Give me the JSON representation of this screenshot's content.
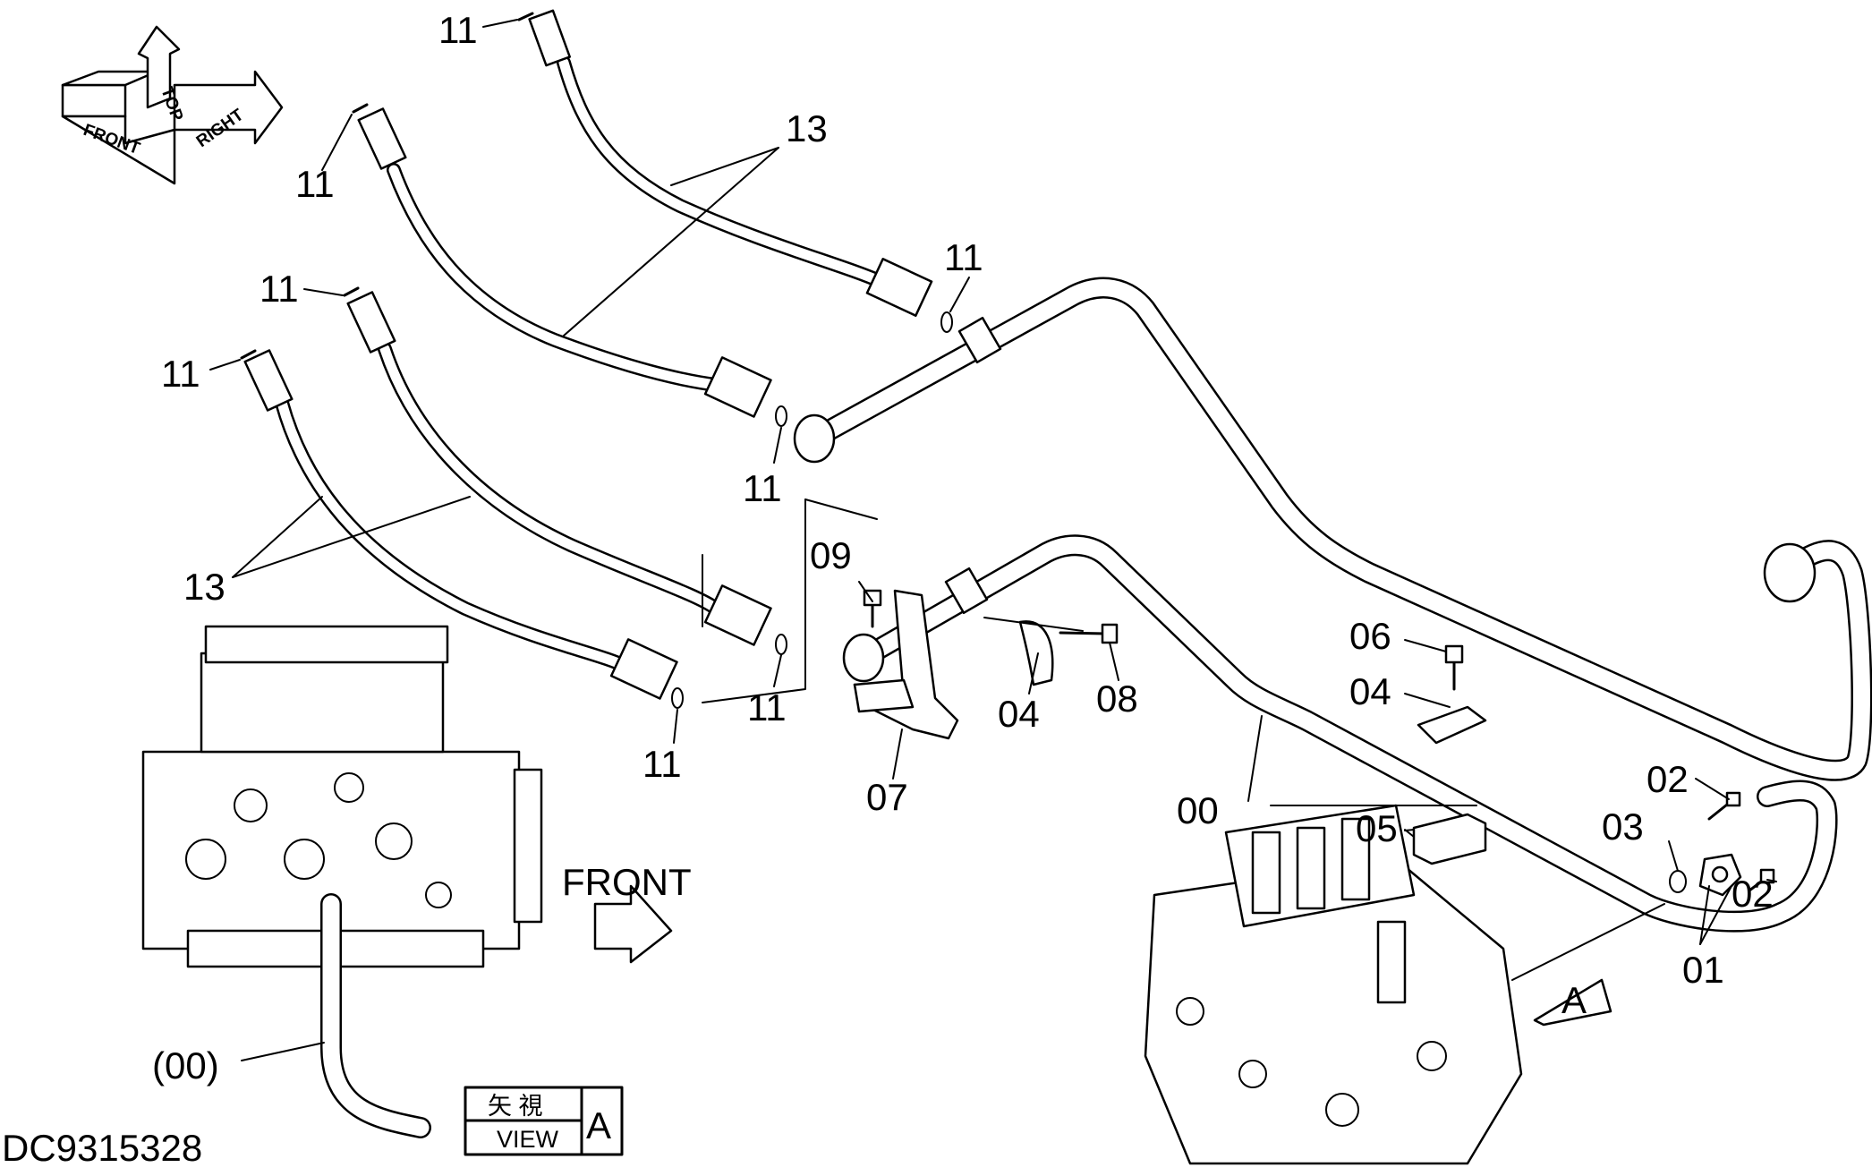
{
  "drawing_code": "DC9315328",
  "orientation_arrow": {
    "front": "FRONT",
    "top": "TOP",
    "right": "RIGHT"
  },
  "front_arrow_label": "FRONT",
  "view_box": {
    "kanji": "矢 視",
    "view": "VIEW",
    "letter": "A"
  },
  "view_marker_letter": "A",
  "callouts": {
    "c11_a": "11",
    "c11_b": "11",
    "c11_c": "11",
    "c11_d": "11",
    "c11_e": "11",
    "c11_f": "11",
    "c11_g": "11",
    "c11_h": "11",
    "c13_top": "13",
    "c13_bottom": "13",
    "c09": "09",
    "c07": "07",
    "c04_a": "04",
    "c08": "08",
    "c06": "06",
    "c04_b": "04",
    "c00": "00",
    "c05": "05",
    "c02_a": "02",
    "c02_b": "02",
    "c03": "03",
    "c01": "01",
    "c00_paren": "(00)"
  }
}
